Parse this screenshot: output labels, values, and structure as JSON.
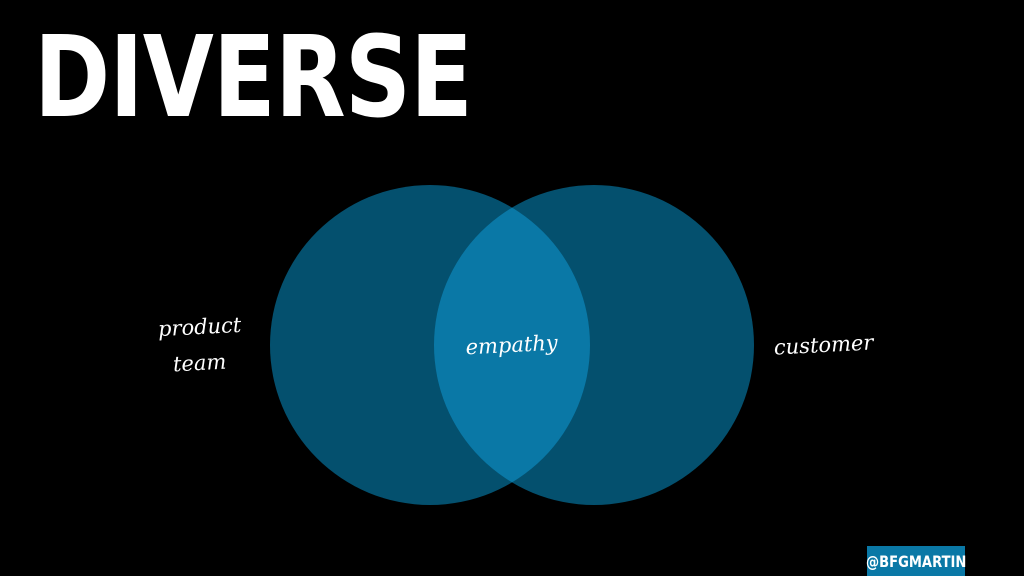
{
  "slide": {
    "title": "DIVERSE",
    "handle": "@BFGMARTIN"
  },
  "diagram": {
    "type": "venn",
    "left_set": {
      "label_line1": "product",
      "label_line2": "team"
    },
    "right_set": {
      "label": "customer"
    },
    "intersection": {
      "label": "empathy"
    }
  },
  "colors": {
    "background": "#000000",
    "circle_fill": "#04506e",
    "intersection_fill": "#0a78a6",
    "text": "#ffffff",
    "badge": "#0a78a6"
  }
}
